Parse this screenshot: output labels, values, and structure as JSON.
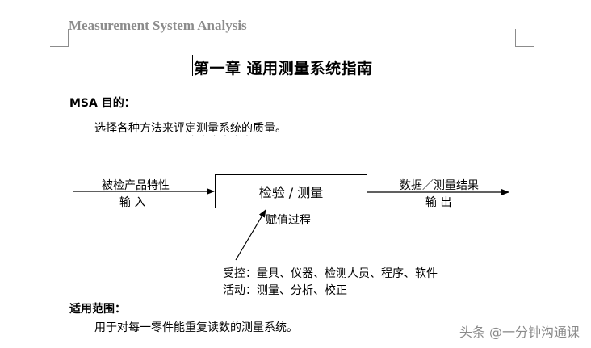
{
  "header": {
    "title": "Measurement System Analysis"
  },
  "chapter": {
    "title": "第一章  通用测量系统指南"
  },
  "purpose": {
    "heading": "MSA 目的：",
    "text": "选择各种方法来评定测量系统的质量。"
  },
  "diagram": {
    "input_label": "被检产品特性",
    "input_sub": "输    入",
    "process_label": "检验 / 测量",
    "output_label": "数据／测量结果",
    "output_sub": "输    出",
    "assign_label": "赋值过程",
    "controlled": "受控：量具、仪器、检测人员、程序、软件",
    "activities": "活动：测量、分析、校正"
  },
  "scope": {
    "heading": "适用范围：",
    "text": "用于对每一零件能重复读数的测量系统。"
  },
  "watermark": {
    "text": "头条 @一分钟沟通课"
  }
}
